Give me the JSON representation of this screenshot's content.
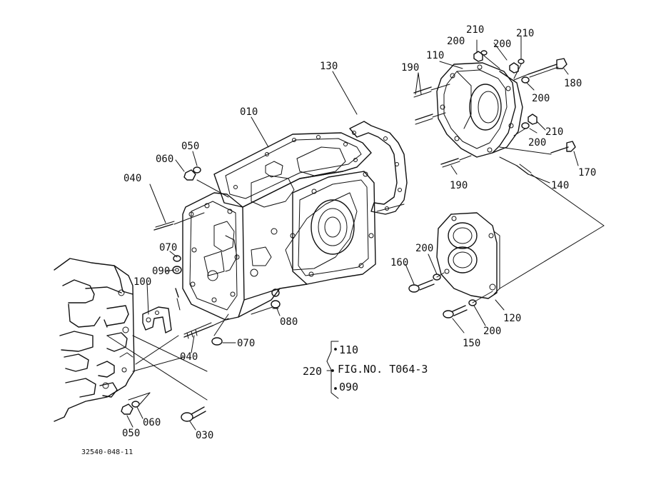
{
  "parts": {
    "p010": "010",
    "p030": "030",
    "p040a": "040",
    "p040b": "040",
    "p050a": "050",
    "p050b": "050",
    "p060a": "060",
    "p060b": "060",
    "p070a": "070",
    "p070b": "070",
    "p080": "080",
    "p090": "090",
    "p100": "100",
    "p110": "110",
    "p120": "120",
    "p130": "130",
    "p140": "140",
    "p150": "150",
    "p160": "160",
    "p170": "170",
    "p180": "180",
    "p190a": "190",
    "p190b": "190",
    "p200a": "200",
    "p200b": "200",
    "p200c": "200",
    "p200d": "200",
    "p200e": "200",
    "p200f": "200",
    "p210a": "210",
    "p210b": "210",
    "p210c": "210"
  },
  "reference": {
    "number": "220",
    "top": "110",
    "figure": "FIG.NO. T064-3",
    "bottom": "090"
  },
  "drawing_code": "32540-048-11"
}
